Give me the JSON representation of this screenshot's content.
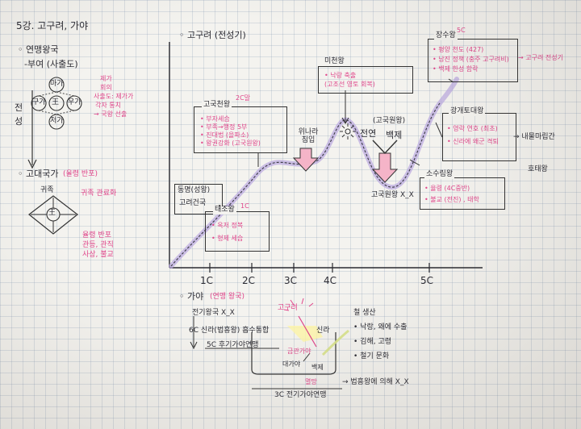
{
  "page_title": "5강. 고구려, 가야",
  "left": {
    "heading1": "◦ 연맹왕국",
    "buyeo": "-부여 (사출도)",
    "cross_center": "王",
    "cross_top": "마가",
    "cross_left": "구가",
    "cross_right": "우가",
    "cross_bottom": "저가",
    "cross_note": [
      "제가",
      "회의",
      "사출도: 제가가",
      "각자 통치",
      "→ 국왕 선출"
    ],
    "vertical_label": "전 성",
    "heading2": "◦ 고대국가",
    "heading2_note": "(율령 반포)",
    "diamond_top": "귀족",
    "diamond_right": "귀족 관료화",
    "diamond_center": "王",
    "diamond_note": [
      "율령 반포",
      "관등, 관직",
      "사상, 불교"
    ]
  },
  "graph": {
    "heading": "◦ 고구려 (전성기)",
    "x_ticks": [
      "1C",
      "2C",
      "3C",
      "4C",
      "5C"
    ],
    "box_dongmyeong": [
      "동명(성왕)",
      "고려건국"
    ],
    "box_gogukcheon_title": "고국천왕",
    "box_gogukcheon_title_note": "2C말",
    "box_gogukcheon_lines": [
      "• 부자세습",
      "• 부족→행정 5부",
      "• 진대법 (을파소)",
      "• 왕권강화 (고국원왕)"
    ],
    "box_taejo_title": "태조왕",
    "box_taejo_title_note": "1C",
    "box_taejo_lines": [
      "• 옥저 정복",
      "• 형제 세습"
    ],
    "label_crisis": "위나라 침입",
    "box_micheon_title": "미천왕",
    "box_micheon_lines": [
      "• 낙랑 축출",
      "(고조선 영토 회복)"
    ],
    "label_jeonyeon": "전연",
    "label_baekje": "백제",
    "label_gogugwon_top": "(고국원왕)",
    "label_gogugwon_bottom": "고국원왕 X_X",
    "box_sosurim_title": "소수림왕",
    "box_sosurim_lines": [
      "• 율령 (4C중반)",
      "• 불교 (전진) , 태학"
    ],
    "box_gwanggaeto_title": "광개토대왕",
    "box_gwanggaeto_lines": [
      "• 영락 연호 (최초)",
      "• 신라에 왜군 격퇴"
    ],
    "label_naemul": "→ 내물마립간",
    "label_holy": "호태왕",
    "box_jangsu_title": "장수왕",
    "box_jangsu_lines": [
      "• 평양 천도 (427)",
      "• 남진 정책 (충주 고구려비)",
      "• 백제 한성 함락"
    ],
    "box_jangsu_side": "→ 고구려 전성기",
    "box_jangsu_small": "5C"
  },
  "gaya": {
    "heading": "◦ 가야",
    "heading_note": "(연맹 왕국)",
    "lines": [
      "전기왕국 X_X",
      "6C 신라(법흥왕) 흡수통합",
      "5C 후기가야연맹"
    ],
    "goguryeo": "고구려",
    "silla": "신라",
    "geumgwan": "금관가야",
    "daegaya": "대가야",
    "baekje": "백제",
    "right_notes": [
      "철 생산",
      "• 낙랑, 왜에 수출",
      "• 김해, 고령",
      "• 철기 문화"
    ],
    "bottom_note": "→ 법흥왕에 의해 X_X",
    "bottom_small": "멸망",
    "bottom_label": "3C 전기가야연맹"
  }
}
